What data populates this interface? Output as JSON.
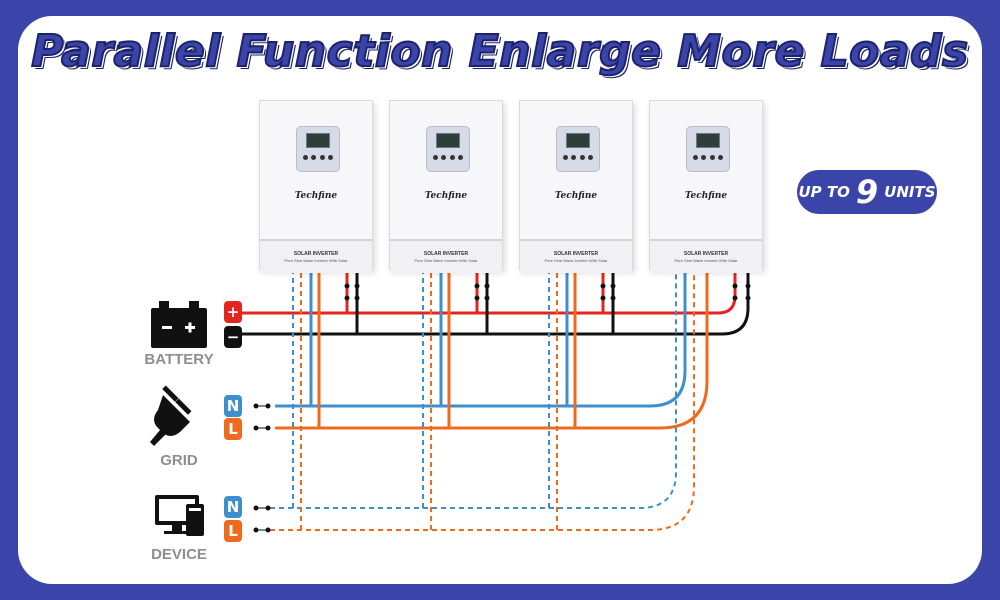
{
  "title": "Parallel Function Enlarge More Loads",
  "badge": {
    "prefix": "UP TO",
    "number": "9",
    "suffix": "UNITS"
  },
  "inverter": {
    "brand": "Techfine",
    "line1": "SOLAR INVERTER",
    "line2": "Pure Sine Wave Inverter With Solar"
  },
  "sources": {
    "battery": {
      "label": "BATTERY",
      "pos": "+",
      "neg": "−"
    },
    "grid": {
      "label": "GRID",
      "n": "N",
      "l": "L"
    },
    "device": {
      "label": "DEVICE",
      "n": "N",
      "l": "L"
    }
  },
  "colors": {
    "background": "#3b44a8",
    "positive": "#e52420",
    "negative": "#111111",
    "neutral": "#3e8fcb",
    "live": "#f06a1e",
    "badge": "#3b44a8"
  },
  "icons": [
    "battery-icon",
    "plug-icon",
    "computer-icon"
  ]
}
